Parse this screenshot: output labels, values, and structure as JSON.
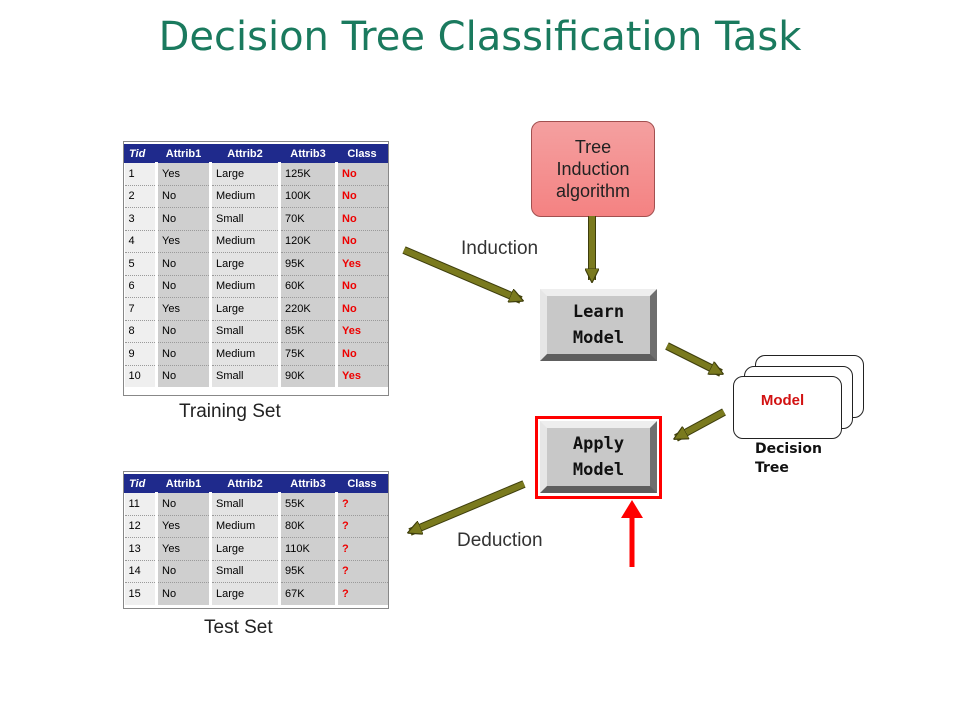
{
  "title": "Decision Tree Classification Task",
  "columns": [
    "Tid",
    "Attrib1",
    "Attrib2",
    "Attrib3",
    "Class"
  ],
  "training_set": {
    "caption": "Training Set",
    "rows": [
      [
        "1",
        "Yes",
        "Large",
        "125K",
        "No"
      ],
      [
        "2",
        "No",
        "Medium",
        "100K",
        "No"
      ],
      [
        "3",
        "No",
        "Small",
        "70K",
        "No"
      ],
      [
        "4",
        "Yes",
        "Medium",
        "120K",
        "No"
      ],
      [
        "5",
        "No",
        "Large",
        "95K",
        "Yes"
      ],
      [
        "6",
        "No",
        "Medium",
        "60K",
        "No"
      ],
      [
        "7",
        "Yes",
        "Large",
        "220K",
        "No"
      ],
      [
        "8",
        "No",
        "Small",
        "85K",
        "Yes"
      ],
      [
        "9",
        "No",
        "Medium",
        "75K",
        "No"
      ],
      [
        "10",
        "No",
        "Small",
        "90K",
        "Yes"
      ]
    ]
  },
  "test_set": {
    "caption": "Test Set",
    "rows": [
      [
        "11",
        "No",
        "Small",
        "55K",
        "?"
      ],
      [
        "12",
        "Yes",
        "Medium",
        "80K",
        "?"
      ],
      [
        "13",
        "Yes",
        "Large",
        "110K",
        "?"
      ],
      [
        "14",
        "No",
        "Small",
        "95K",
        "?"
      ],
      [
        "15",
        "No",
        "Large",
        "67K",
        "?"
      ]
    ]
  },
  "tree_induction": {
    "line1": "Tree",
    "line2": "Induction",
    "line3": "algorithm"
  },
  "learn_model": {
    "line1": "Learn",
    "line2": "Model"
  },
  "apply_model": {
    "line1": "Apply",
    "line2": "Model"
  },
  "model_label": "Model",
  "decision_tree": {
    "line1": "Decision",
    "line2": "Tree"
  },
  "induction_label": "Induction",
  "deduction_label": "Deduction",
  "colors": {
    "title": "#1a7a5e",
    "header": "#1f2a8c",
    "class_text": "#ee0000",
    "arrow": "#7a7a1e",
    "highlight": "#ff0000",
    "tree_box": "#f48a8a"
  }
}
